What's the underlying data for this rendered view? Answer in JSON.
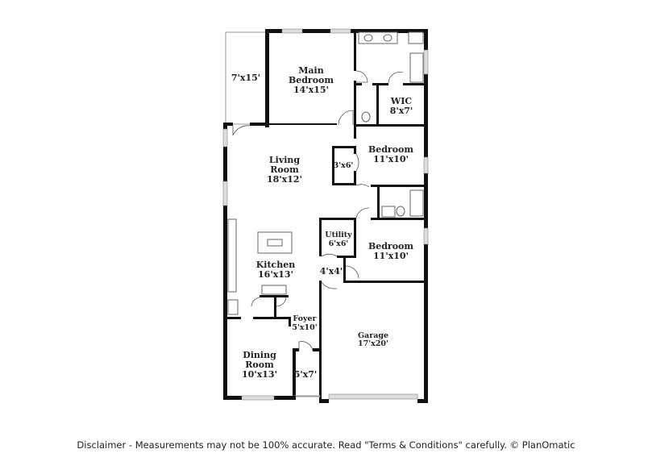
{
  "rooms": {
    "porch": {
      "size": "7'x15'"
    },
    "main_bedroom": {
      "name1": "Main",
      "name2": "Bedroom",
      "size": "14'x15'"
    },
    "wic": {
      "name": "WIC",
      "size": "8'x7'"
    },
    "living_room": {
      "name1": "Living",
      "name2": "Room",
      "size": "18'x12'"
    },
    "closet": {
      "size": "3'x6'"
    },
    "bedroom2": {
      "name": "Bedroom",
      "size": "11'x10'"
    },
    "utility": {
      "name": "Utility",
      "size": "6'x6'"
    },
    "bedroom3": {
      "name": "Bedroom",
      "size": "11'x10'"
    },
    "kitchen": {
      "name": "Kitchen",
      "size": "16'x13'"
    },
    "hall": {
      "size": "4'x4'"
    },
    "foyer": {
      "name": "Foyer",
      "size": "5'x10'"
    },
    "garage": {
      "name": "Garage",
      "size": "17'x20'"
    },
    "dining_room": {
      "name1": "Dining",
      "name2": "Room",
      "size": "10'x13'"
    },
    "entry": {
      "size": "5'x7'"
    }
  },
  "disclaimer": "Disclaimer - Measurements may not be 100% accurate. Read \"Terms & Conditions\" carefully. © PlanOmatic"
}
